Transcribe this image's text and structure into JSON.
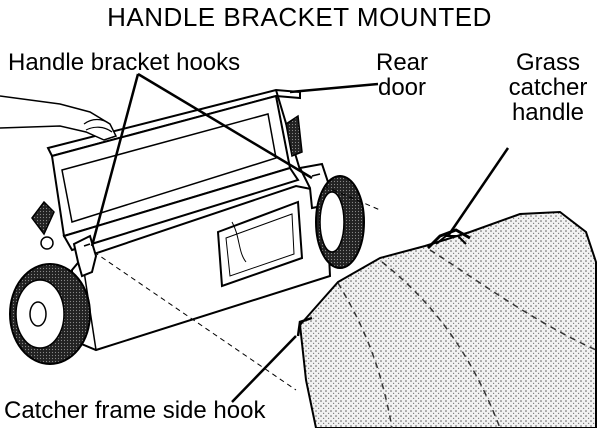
{
  "title": "HANDLE BRACKET MOUNTED",
  "labels": {
    "handle_bracket_hooks": "Handle bracket hooks",
    "rear_door_line1": "Rear",
    "rear_door_line2": "door",
    "grass_catcher_line1": "Grass",
    "grass_catcher_line2": "catcher",
    "grass_catcher_line3": "handle",
    "catcher_frame_side_hook": "Catcher frame side hook"
  },
  "colors": {
    "ink": "#000000",
    "paper": "#ffffff",
    "stipple": "#6e6e6e"
  }
}
